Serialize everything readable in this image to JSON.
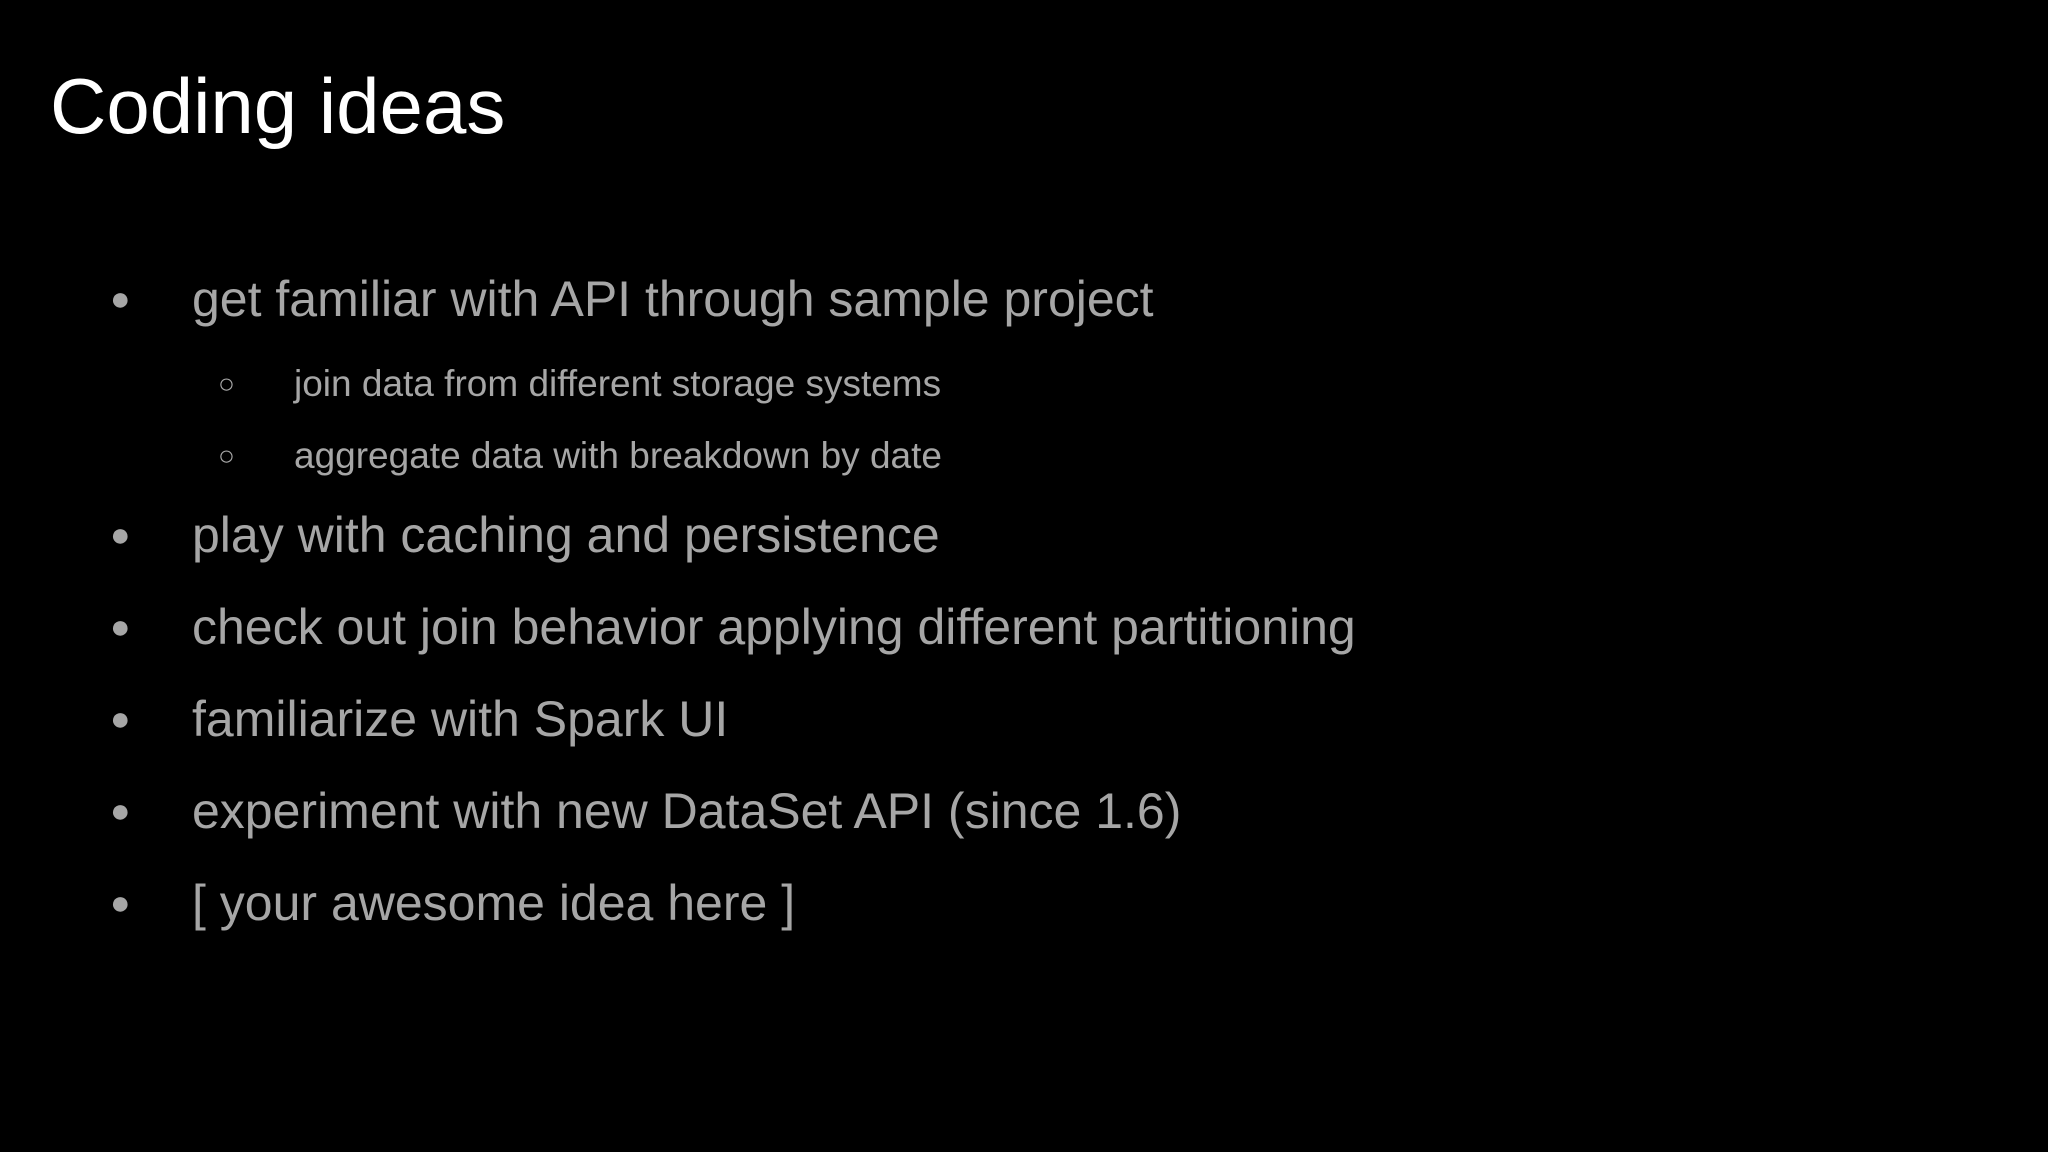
{
  "slide": {
    "title": "Coding ideas",
    "bullet_glyph": "●",
    "sub_bullet_glyph": "○",
    "items": [
      {
        "text": "get familiar with API through sample project"
      },
      {
        "text": "join data from different storage systems"
      },
      {
        "text": "aggregate data with breakdown by date"
      },
      {
        "text": "play with caching and persistence"
      },
      {
        "text": "check out  join behavior applying different partitioning"
      },
      {
        "text": "familiarize with Spark UI"
      },
      {
        "text": "experiment with new DataSet API (since 1.6)"
      },
      {
        "text": "[ your awesome idea here ]"
      }
    ]
  },
  "colors": {
    "background": "#000000",
    "title": "#ffffff",
    "body_text": "#a6a6a6"
  }
}
